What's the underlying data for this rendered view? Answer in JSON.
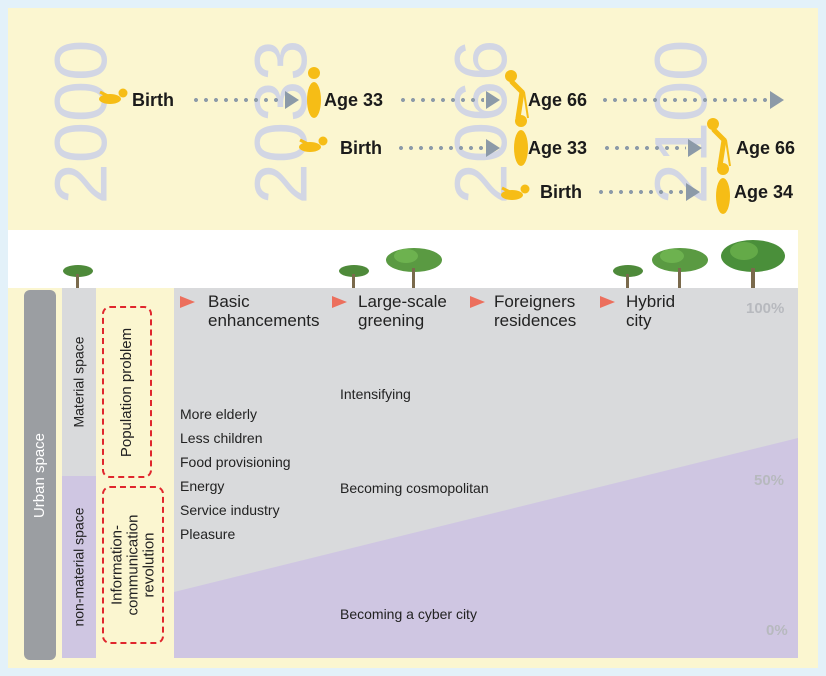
{
  "years": [
    "2000",
    "2033",
    "2066",
    "2100"
  ],
  "generations": [
    {
      "stages": [
        "Birth",
        "Age 33",
        "Age 66"
      ]
    },
    {
      "stages": [
        "Birth",
        "Age 33",
        "Age 66"
      ]
    },
    {
      "stages": [
        "Birth",
        "Age 34"
      ]
    }
  ],
  "urban_space_label": "Urban space",
  "material_space_label": "Material space",
  "non_material_space_label": "non-material space",
  "population_problem_label": "Population problem",
  "ict_revolution_label": "Information-\ncommunication\nrevolution",
  "phases": [
    {
      "label": "Basic\nenhancements"
    },
    {
      "label": "Large-scale\ngreening"
    },
    {
      "label": "Foreigners\nresidences"
    },
    {
      "label": "Hybrid\ncity"
    }
  ],
  "percent_labels": [
    "100%",
    "50%",
    "0%"
  ],
  "issues": [
    "More elderly",
    "Less children",
    "Food provisioning",
    "Energy",
    "Service industry",
    "Pleasure"
  ],
  "trends": [
    "Intensifying",
    "Becoming cosmopolitan",
    "Becoming a cyber city"
  ],
  "colors": {
    "background": "#e3f1f9",
    "panel": "#fbf6d0",
    "material": "#d9dadc",
    "non_material": "#cfc6e2",
    "figure": "#f6bd16",
    "phase_arrow": "#ec6f5d",
    "dashed_box": "#e0262d"
  }
}
